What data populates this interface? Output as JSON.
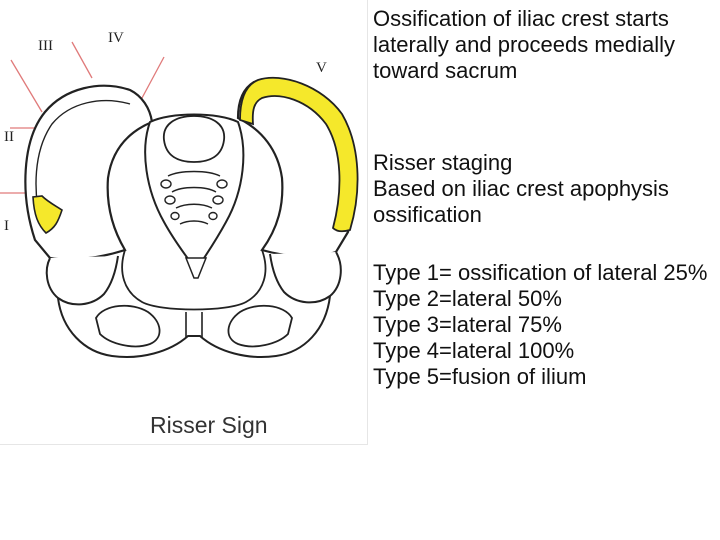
{
  "figure": {
    "caption": "Risser Sign",
    "stage_labels": [
      "I",
      "II",
      "III",
      "IV",
      "V"
    ],
    "colors": {
      "ossified_crest": "#f5e82b",
      "bone_outline": "#222222",
      "pointer_lines": "#e07a7a"
    }
  },
  "text": {
    "heading": "Ossification of iliac crest starts laterally and proceeds medially toward sacrum",
    "risser_title": "Risser staging",
    "risser_desc": "Based on iliac crest apophysis ossification",
    "types": [
      "Type 1= ossification of lateral 25%",
      "Type 2=lateral 50%",
      "Type 3=lateral 75%",
      "Type 4=lateral 100%",
      "Type 5=fusion of ilium"
    ]
  }
}
